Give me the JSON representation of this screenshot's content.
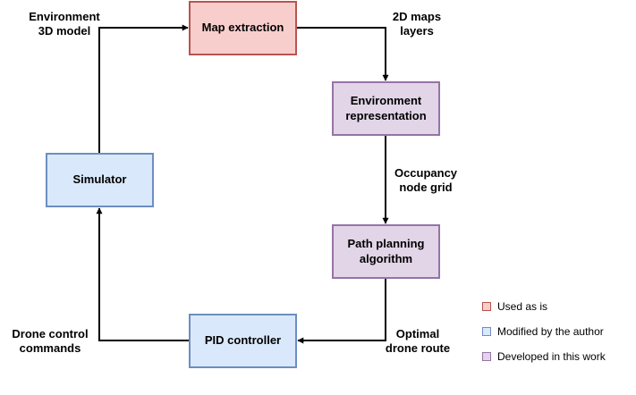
{
  "colors": {
    "used_fill": "#f8cecc",
    "used_border": "#b85450",
    "modified_fill": "#dae8fc",
    "modified_border": "#6c8ebf",
    "developed_fill": "#e1d5e7",
    "developed_border": "#9673a6",
    "edge": "#000000"
  },
  "nodes": {
    "map_extraction": {
      "text": "Map extraction",
      "category": "used"
    },
    "environment_representation": {
      "lines": [
        "Environment",
        "representation"
      ],
      "category": "developed"
    },
    "path_planning": {
      "lines": [
        "Path planning",
        "algorithm"
      ],
      "category": "developed"
    },
    "pid_controller": {
      "text": "PID controller",
      "category": "modified"
    },
    "simulator": {
      "text": "Simulator",
      "category": "modified"
    }
  },
  "edges": [
    {
      "from": "simulator",
      "to": "map_extraction",
      "label": [
        "Environment",
        "3D model"
      ]
    },
    {
      "from": "map_extraction",
      "to": "environment_representation",
      "label": [
        "2D maps",
        "layers"
      ]
    },
    {
      "from": "environment_representation",
      "to": "path_planning",
      "label": [
        "Occupancy",
        "node grid"
      ]
    },
    {
      "from": "path_planning",
      "to": "pid_controller",
      "label": [
        "Optimal",
        "drone route"
      ]
    },
    {
      "from": "pid_controller",
      "to": "simulator",
      "label": [
        "Drone control",
        "commands"
      ]
    }
  ],
  "legend": [
    {
      "category": "used",
      "text": "Used as is"
    },
    {
      "category": "modified",
      "text": "Modified by the author"
    },
    {
      "category": "developed",
      "text": "Developed in this work"
    }
  ]
}
